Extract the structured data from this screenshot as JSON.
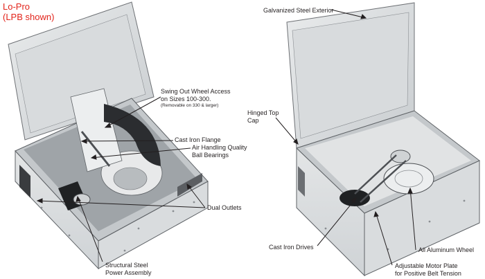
{
  "title": {
    "line1": "Lo-Pro",
    "line2": "(LPB shown)"
  },
  "title_color": "#e2231a",
  "left_unit": {
    "swing_out": {
      "line1": "Swing Out Wheel Access",
      "line2": "on Sizes 100-300.",
      "note": "(Removable on 330 & larger)"
    },
    "cast_iron_flange": "Cast Iron Flange",
    "bearings": {
      "line1": "Air Handling Quality",
      "line2": "Ball Bearings"
    },
    "dual_outlets": "Dual Outlets",
    "power_assembly": {
      "line1": "Structural Steel",
      "line2": "Power Assembly"
    }
  },
  "right_unit": {
    "galvanized": "Galvanized Steel Exterior",
    "hinged_top": {
      "line1": "Hinged Top",
      "line2": "Cap"
    },
    "cast_iron_drives": "Cast Iron Drives",
    "aluminum_wheel": "All Aluminum Wheel",
    "motor_plate": {
      "line1": "Adjustable Motor Plate",
      "line2": "for Positive Belt Tension"
    }
  }
}
